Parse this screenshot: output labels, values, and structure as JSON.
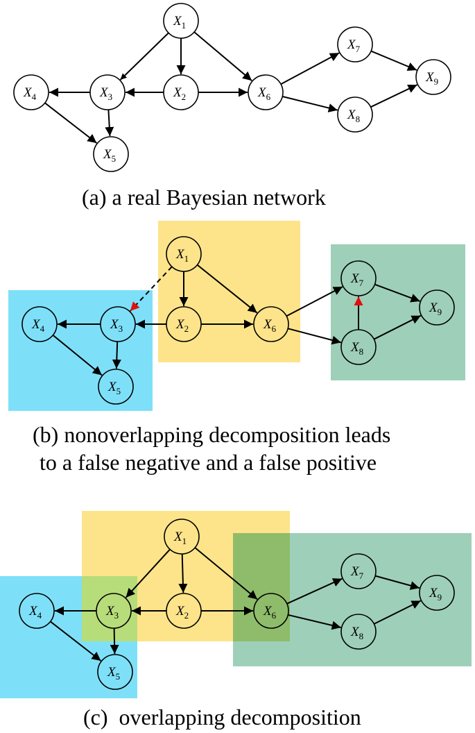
{
  "nodes": [
    {
      "id": "X1",
      "letter": "X",
      "sub": "1"
    },
    {
      "id": "X2",
      "letter": "X",
      "sub": "2"
    },
    {
      "id": "X3",
      "letter": "X",
      "sub": "3"
    },
    {
      "id": "X4",
      "letter": "X",
      "sub": "4"
    },
    {
      "id": "X5",
      "letter": "X",
      "sub": "5"
    },
    {
      "id": "X6",
      "letter": "X",
      "sub": "6"
    },
    {
      "id": "X7",
      "letter": "X",
      "sub": "7"
    },
    {
      "id": "X8",
      "letter": "X",
      "sub": "8"
    },
    {
      "id": "X9",
      "letter": "X",
      "sub": "9"
    }
  ],
  "colors": {
    "yellow": "#fde48a",
    "blue": "#7ee0f8",
    "green": "#9ecfb9",
    "overlap_yellow_blue": "#b7dc7a",
    "overlap_yellow_green": "#8fbc6a",
    "error_edge": "#e01010"
  },
  "panels": [
    {
      "caption_lines": [
        "(a) a real Bayesian network"
      ],
      "edges": [
        {
          "from": "X1",
          "to": "X3",
          "style": "thin"
        },
        {
          "from": "X1",
          "to": "X2"
        },
        {
          "from": "X1",
          "to": "X6"
        },
        {
          "from": "X2",
          "to": "X3"
        },
        {
          "from": "X2",
          "to": "X6"
        },
        {
          "from": "X3",
          "to": "X4"
        },
        {
          "from": "X3",
          "to": "X5"
        },
        {
          "from": "X4",
          "to": "X5"
        },
        {
          "from": "X6",
          "to": "X7"
        },
        {
          "from": "X6",
          "to": "X8"
        },
        {
          "from": "X7",
          "to": "X9"
        },
        {
          "from": "X8",
          "to": "X9"
        }
      ]
    },
    {
      "caption_lines": [
        "(b) nonoverlapping decomposition leads",
        "to a false negative and a false positive"
      ],
      "edges": [
        {
          "from": "X1",
          "to": "X3",
          "style": "dashed-red"
        },
        {
          "from": "X1",
          "to": "X2"
        },
        {
          "from": "X1",
          "to": "X6"
        },
        {
          "from": "X2",
          "to": "X3"
        },
        {
          "from": "X2",
          "to": "X6"
        },
        {
          "from": "X3",
          "to": "X4"
        },
        {
          "from": "X3",
          "to": "X5"
        },
        {
          "from": "X4",
          "to": "X5"
        },
        {
          "from": "X6",
          "to": "X7"
        },
        {
          "from": "X6",
          "to": "X8"
        },
        {
          "from": "X7",
          "to": "X9"
        },
        {
          "from": "X8",
          "to": "X9"
        },
        {
          "from": "X8",
          "to": "X7",
          "style": "red"
        }
      ]
    },
    {
      "caption_lines": [
        "(c)  overlapping decomposition"
      ],
      "edges": [
        {
          "from": "X1",
          "to": "X3"
        },
        {
          "from": "X1",
          "to": "X2"
        },
        {
          "from": "X1",
          "to": "X6"
        },
        {
          "from": "X2",
          "to": "X3"
        },
        {
          "from": "X2",
          "to": "X6"
        },
        {
          "from": "X3",
          "to": "X4"
        },
        {
          "from": "X3",
          "to": "X5"
        },
        {
          "from": "X4",
          "to": "X5"
        },
        {
          "from": "X6",
          "to": "X7"
        },
        {
          "from": "X6",
          "to": "X8"
        },
        {
          "from": "X7",
          "to": "X9"
        },
        {
          "from": "X8",
          "to": "X9"
        }
      ]
    }
  ]
}
